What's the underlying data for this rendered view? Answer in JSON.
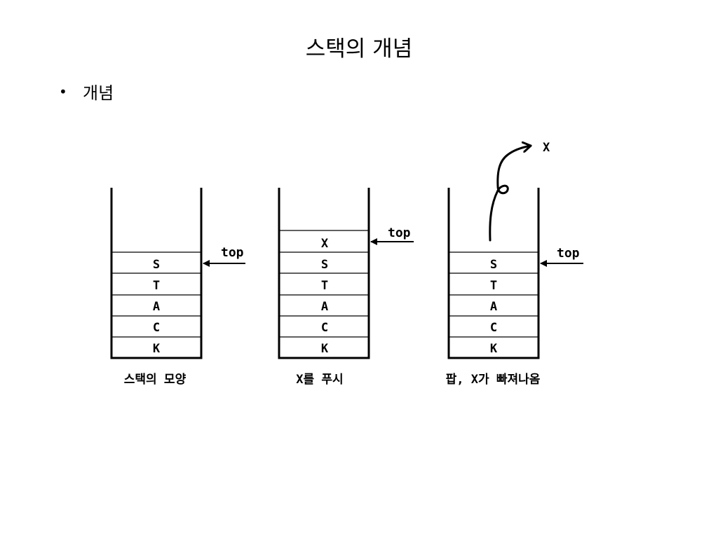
{
  "slide": {
    "title": "스택의 개념",
    "bullet": "개념"
  },
  "figure": {
    "top_label": "top",
    "popped_item": "X",
    "stacks": [
      {
        "caption": "스택의 모양",
        "items": [
          "S",
          "T",
          "A",
          "C",
          "K"
        ]
      },
      {
        "caption": "X를 푸시",
        "items": [
          "X",
          "S",
          "T",
          "A",
          "C",
          "K"
        ]
      },
      {
        "caption": "팝, X가 빠져나옴",
        "items": [
          "S",
          "T",
          "A",
          "C",
          "K"
        ]
      }
    ]
  }
}
